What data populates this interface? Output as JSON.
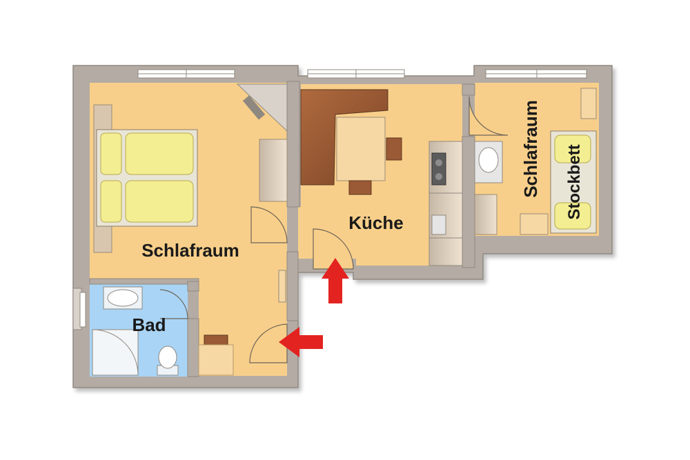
{
  "plan": {
    "rooms": {
      "bedroom_main": {
        "label": "Schlafraum"
      },
      "kitchen": {
        "label": "Küche"
      },
      "bedroom_small": {
        "label": "Schlafraum"
      },
      "bathroom": {
        "label": "Bad"
      },
      "bunk_bed": {
        "label": "Stockbett"
      }
    },
    "colors": {
      "floor": "#f8cf8a",
      "bath_floor": "#a9d4f5",
      "wall": "#b4aca4",
      "wall_edge": "#8f8880",
      "entry_arrow": "#e32320",
      "bedding": "#f3ee92",
      "bench": "#9a5a35",
      "table": "#f6d8a4"
    },
    "icons": [
      "entry-arrow-icon",
      "window-icon",
      "door-swing-icon"
    ]
  }
}
